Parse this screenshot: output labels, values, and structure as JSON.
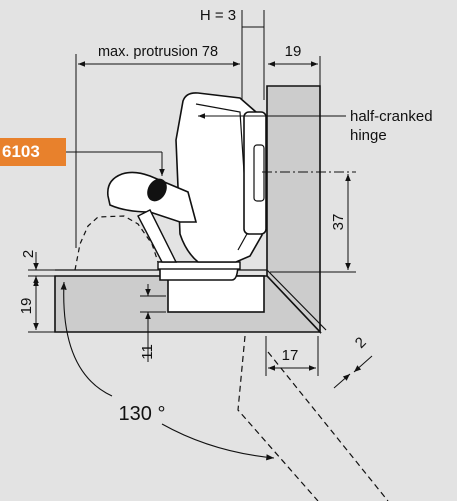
{
  "dimensions": {
    "h_offset": "H = 3",
    "max_protrusion": "max. protrusion 78",
    "side_thickness": "19",
    "mount_height": "37",
    "top_gap": "2",
    "door_thickness": "19",
    "plate_offset": "11",
    "side_depth": "17",
    "edge_gap": "2",
    "opening_angle": "130 °"
  },
  "callouts": {
    "hinge_label_line1": "half-cranked",
    "hinge_label_line2": "hinge",
    "part_number": "6103"
  },
  "colors": {
    "background": "#e3e3e3",
    "panel_fill": "#cccccc",
    "accent": "#e8812c",
    "line": "#111111"
  }
}
